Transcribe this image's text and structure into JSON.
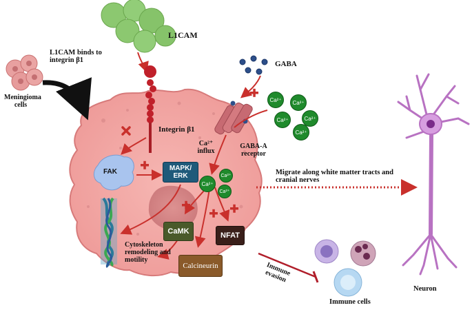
{
  "labels": {
    "l1cam": "L1CAM",
    "l1cam_binds": "L1CAM binds to integrin β1",
    "meningioma": "Meningioma cells",
    "gaba": "GABA",
    "integrin": "Integrin β1",
    "fak": "FAK",
    "mapk": "MAPK/ ERK",
    "ca_influx": "Ca²⁺ influx",
    "gaba_a": "GABA-A receptor",
    "camk": "CaMK",
    "nfat": "NFAT",
    "calcineurin": "Calcineurin",
    "cytoskeleton": "Cytoskeleton remodeling and motility",
    "immune_evasion": "Immune evasion",
    "immune_cells": "Immune cells",
    "migrate": "Migrate along white matter tracts and cranial nerves",
    "neuron": "Neuron",
    "ca_ion": "Ca²⁺"
  },
  "colors": {
    "cell_fill": "#f2a5a5",
    "cell_edge": "#d97b7b",
    "arrow_red": "#c9302c",
    "mapk_box": "#1f5a7a",
    "camk_box": "#4a5a2a",
    "nfat_box": "#3a1f1a",
    "calcineurin_box": "#8a5a2a",
    "ca_green": "#1f8a2c",
    "neuron": "#b872c2",
    "l1cam_green": "#8cc870"
  }
}
